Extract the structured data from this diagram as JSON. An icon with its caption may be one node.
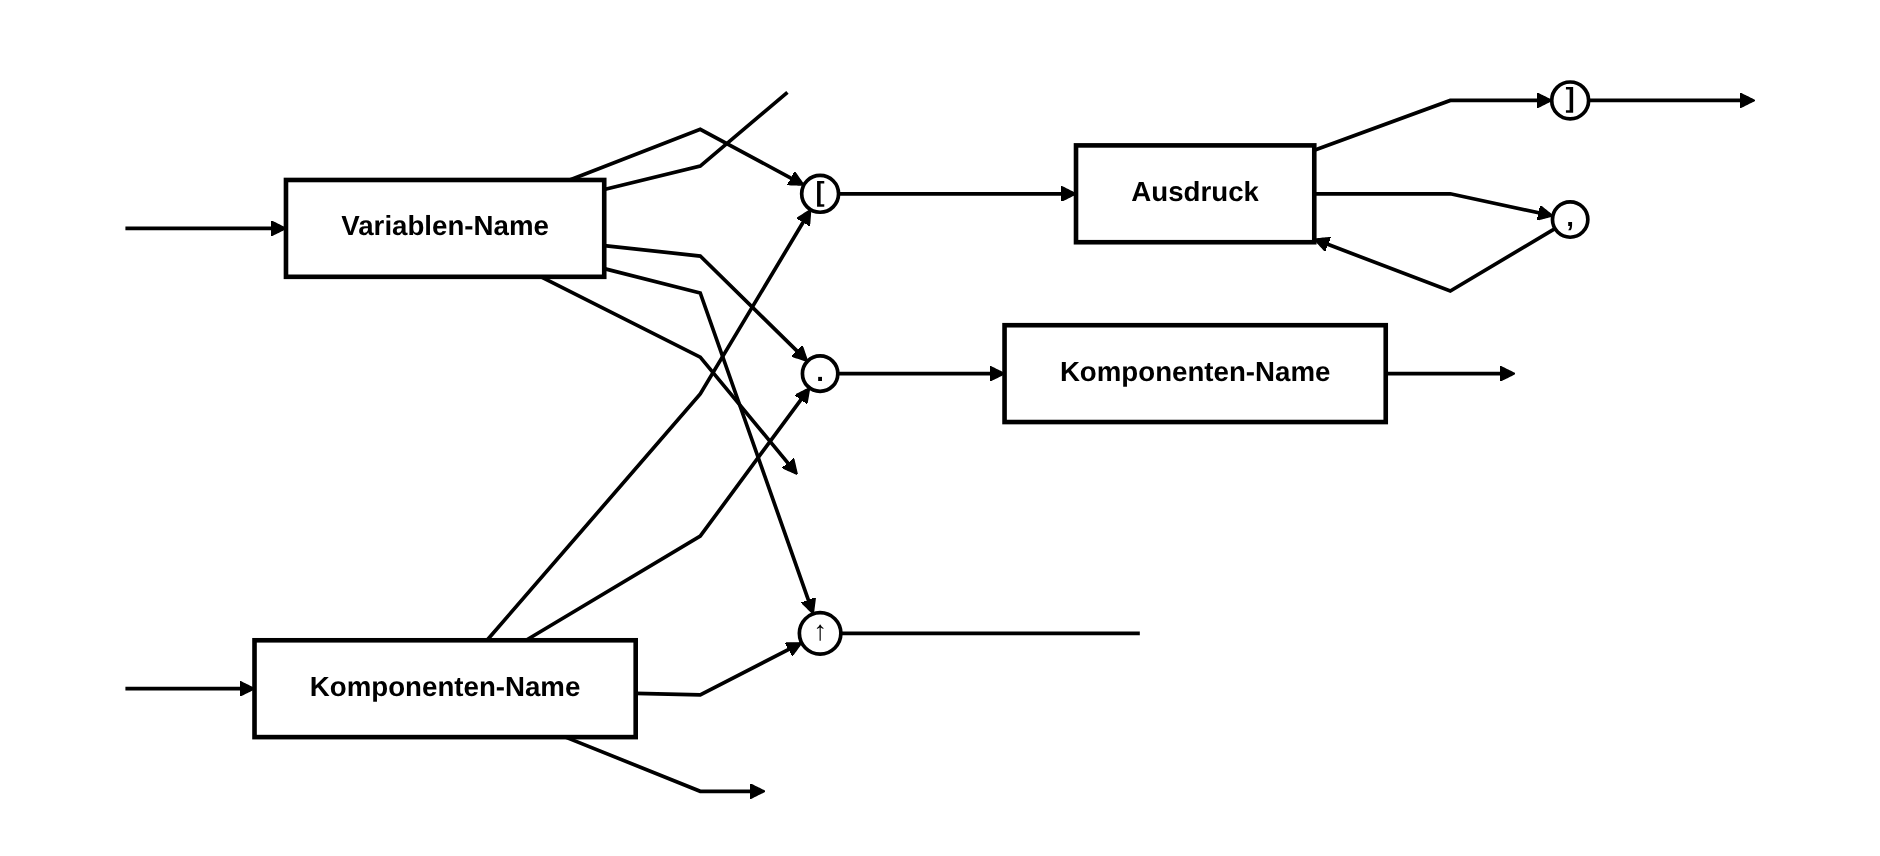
{
  "diagram": {
    "nodes": [
      {
        "text": [
          "Variablen-Name"
        ]
      },
      {
        "text": [
          "Komponenten-Name"
        ]
      },
      {
        "text": [
          "["
        ]
      },
      {
        "text": [
          "Ausdruck"
        ]
      },
      {
        "text": [
          "]"
        ]
      },
      {
        "text": [
          ","
        ]
      },
      {
        "text": [
          "."
        ]
      },
      {
        "text": [
          "Komponenten-Name"
        ]
      },
      {
        "text": [
          "↑"
        ]
      }
    ],
    "edges": [
      {
        "from": null,
        "to": 0,
        "arrow": "to"
      },
      {
        "from": null,
        "to": 1,
        "arrow": "to"
      },
      {
        "from": 0,
        "to": 2,
        "arrow": "to"
      },
      {
        "from": 1,
        "to": 2,
        "arrow": "to"
      },
      {
        "from": 0,
        "to": null,
        "arrow": "none"
      },
      {
        "from": 2,
        "to": 3,
        "arrow": "to"
      },
      {
        "from": 3,
        "to": 4,
        "arrow": "to"
      },
      {
        "from": 3,
        "to": 5,
        "arrow": "to"
      },
      {
        "from": 5,
        "to": 3,
        "arrow": "to"
      },
      {
        "from": 4,
        "to": null,
        "arrow": "to"
      },
      {
        "from": 0,
        "to": 6,
        "arrow": "to"
      },
      {
        "from": 1,
        "to": 6,
        "arrow": "to"
      },
      {
        "from": 0,
        "to": 8,
        "arrow": "to"
      },
      {
        "from": 1,
        "to": 8,
        "arrow": "to"
      },
      {
        "from": 0,
        "to": null,
        "arrow": "to"
      },
      {
        "from": 1,
        "to": null,
        "arrow": "to"
      },
      {
        "from": 6,
        "to": 7,
        "arrow": "to"
      },
      {
        "from": 7,
        "to": null,
        "arrow": "to"
      },
      {
        "from": 8,
        "to": null,
        "arrow": "none"
      }
    ]
  }
}
